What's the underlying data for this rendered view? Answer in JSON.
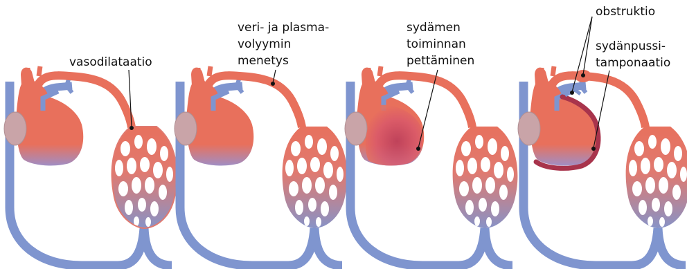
{
  "colors": {
    "artery": "#e8705c",
    "artery_dark": "#d9604c",
    "vein": "#7f95cf",
    "vein_dark": "#6b82c0",
    "atrium": "#c9a4a8",
    "pericardium": "#a8344c",
    "failure_center": "#b83a5a",
    "capillary_outline": "#ffffff",
    "text": "#111111"
  },
  "panels": [
    {
      "id": "vasodilatation",
      "labels": [
        "vasodilataatio"
      ],
      "feature": "dilated-capillaries"
    },
    {
      "id": "volume-loss",
      "labels": [
        "veri- ja plasma-",
        "volyymin",
        "menetys"
      ],
      "feature": "thin-artery"
    },
    {
      "id": "heart-failure",
      "labels": [
        "sydämen",
        "toiminnan",
        "pettäminen"
      ],
      "feature": "failing-ventricle"
    },
    {
      "id": "obstruction-tamponade",
      "labels": [
        "obstruktio",
        "sydänpussi-",
        "tamponaatio"
      ],
      "feature": "obstruction-and-tamponade"
    }
  ]
}
